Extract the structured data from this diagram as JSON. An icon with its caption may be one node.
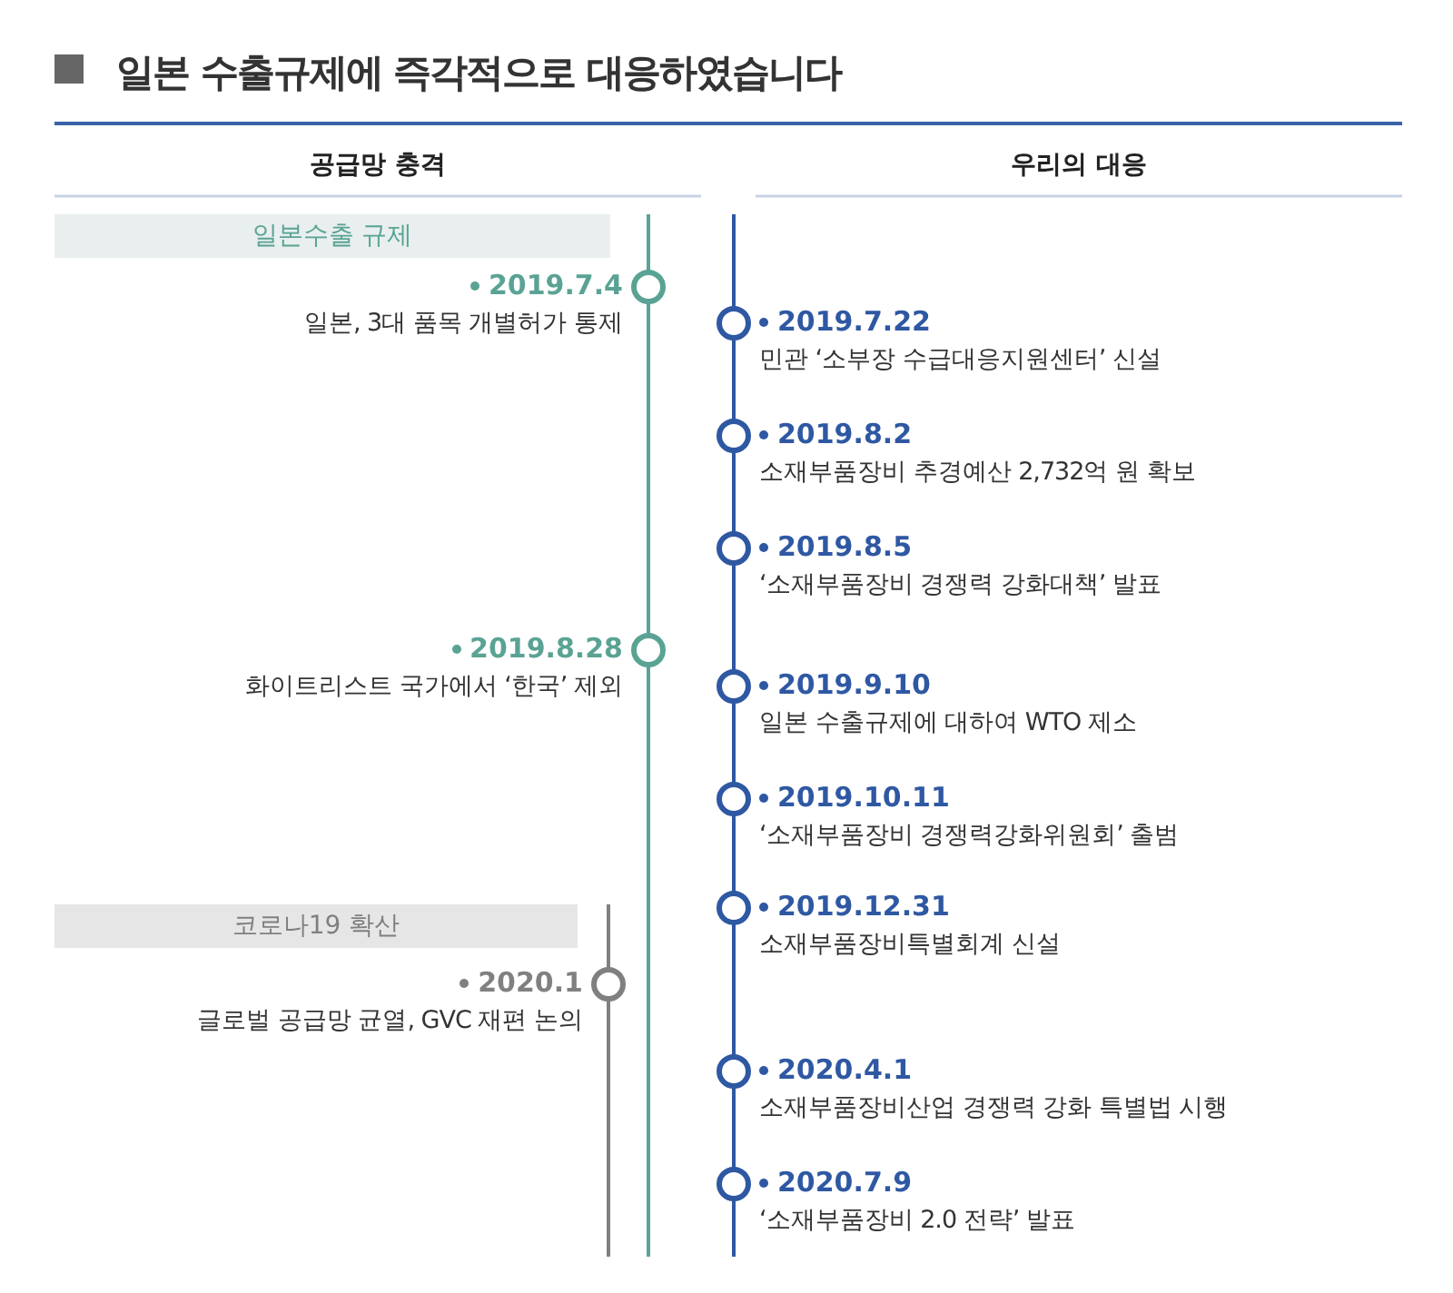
{
  "diagram": {
    "title": "일본 수출규제에 즉각적으로 대응하였습니다",
    "nodes": [
      {
        "text": [
          "일본수출 규제"
        ]
      },
      {
        "text": [
          "2019.7.4",
          "일본, 3대 품목 개별허가 통제"
        ]
      },
      {
        "text": [
          "2019.7.22",
          "민관 ‘소부장 수급대응지원센터’ 신설"
        ]
      },
      {
        "text": [
          "2019.8.2",
          "소재부품장비 추경예산 2,732억 원 확보"
        ]
      },
      {
        "text": [
          "2019.8.5",
          "‘소재부품장비 경쟁력 강화대책’ 발표"
        ]
      },
      {
        "text": [
          "2019.8.28",
          "화이트리스트 국가에서 ‘한국’ 제외"
        ]
      },
      {
        "text": [
          "2019.9.10",
          "일본 수출규제에 대하여 WTO 제소"
        ]
      },
      {
        "text": [
          "2019.10.11",
          "‘소재부품장비 경쟁력강화위원회’ 출범"
        ]
      },
      {
        "text": [
          "2019.12.31",
          "소재부품장비특별회계 신설"
        ]
      },
      {
        "text": [
          "코로나19 확산"
        ]
      },
      {
        "text": [
          "2020.1",
          "글로벌 공급망 균열, GVC 재편 논의"
        ]
      },
      {
        "text": [
          "2020.4.1",
          "소재부품장비산업 경쟁력 강화 특별법 시행"
        ]
      },
      {
        "text": [
          "2020.7.9",
          "‘소재부품장비 2.0 전략’ 발표"
        ]
      }
    ],
    "labels": [
      "공급망 충격",
      "우리의 대응"
    ]
  }
}
